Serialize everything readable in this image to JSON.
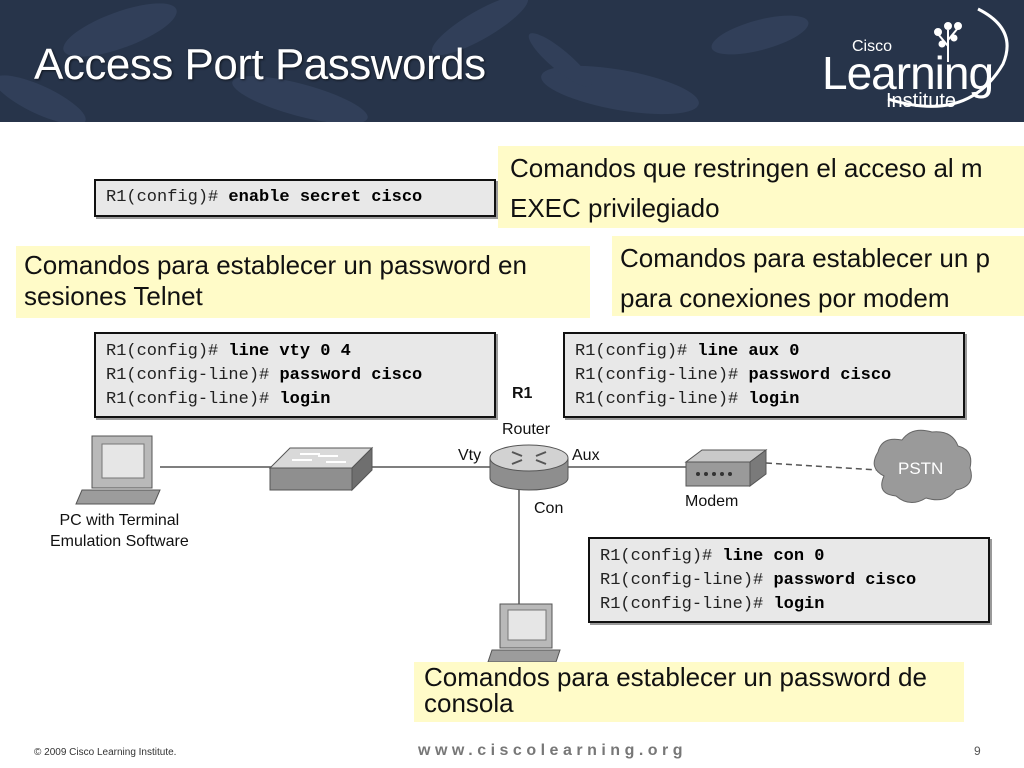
{
  "slide": {
    "title": "Access Port Passwords",
    "logo": {
      "small": "Cisco",
      "main": "Learning",
      "sub": "Institute"
    }
  },
  "callouts": {
    "privileged_exec": {
      "line1": "Comandos que restringen el  acceso al m",
      "line2": "EXEC privilegiado"
    },
    "telnet": {
      "text": "Comandos para establecer un password en sesiones Telnet"
    },
    "modem": {
      "line1": "Comandos para establecer un p",
      "line2": "para conexiones por modem"
    },
    "console": {
      "text": "Comandos para establecer un password de consola"
    }
  },
  "commands": {
    "enable": [
      {
        "prompt": "R1(config)# ",
        "cmd": "enable secret cisco"
      }
    ],
    "vty": [
      {
        "prompt": "R1(config)# ",
        "cmd": "line vty 0 4"
      },
      {
        "prompt": "R1(config-line)# ",
        "cmd": "password cisco"
      },
      {
        "prompt": "R1(config-line)# ",
        "cmd": "login"
      }
    ],
    "aux": [
      {
        "prompt": "R1(config)# ",
        "cmd": "line aux 0"
      },
      {
        "prompt": "R1(config-line)# ",
        "cmd": "password cisco"
      },
      {
        "prompt": "R1(config-line)# ",
        "cmd": "login"
      }
    ],
    "con": [
      {
        "prompt": "R1(config)# ",
        "cmd": "line con 0"
      },
      {
        "prompt": "R1(config-line)# ",
        "cmd": "password cisco"
      },
      {
        "prompt": "R1(config-line)# ",
        "cmd": "login"
      }
    ]
  },
  "diagram": {
    "router_name": "R1",
    "router_label": "Router",
    "port_vty": "Vty",
    "port_aux": "Aux",
    "port_con": "Con",
    "modem_label": "Modem",
    "pstn_label": "PSTN",
    "pc_label_line1": "PC with Terminal",
    "pc_label_line2": "Emulation Software"
  },
  "footer": {
    "copyright": "© 2009 Cisco Learning Institute.",
    "website": "www.ciscolearning.org",
    "page_number": "9"
  },
  "colors": {
    "header_bg": "#27344a",
    "callout_bg": "#fffbc8",
    "command_bg": "#e8e8e8"
  }
}
